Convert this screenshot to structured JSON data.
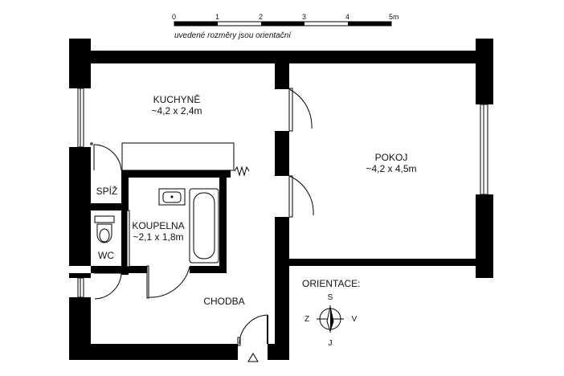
{
  "scale": {
    "ticks": [
      "0",
      "1",
      "2",
      "3",
      "4",
      "5m"
    ],
    "note": "uvedené rozměry jsou orientační"
  },
  "rooms": {
    "kitchen": {
      "name": "KUCHYNĚ",
      "size": "~4,2 x 2,4m"
    },
    "room": {
      "name": "POKOJ",
      "size": "~4,2 x 4,5m"
    },
    "pantry": {
      "name": "SPÍŽ"
    },
    "bathroom": {
      "name": "KOUPELNA",
      "size": "~2,1 x 1,8m"
    },
    "wc": {
      "name": "WC"
    },
    "hall": {
      "name": "CHODBA"
    }
  },
  "orientation": {
    "title": "ORIENTACE:",
    "north": "S",
    "south": "J",
    "west": "Z",
    "east": "V"
  },
  "colors": {
    "wall": "#000000",
    "background": "#ffffff"
  },
  "icons": [
    "entrance-arrow-icon",
    "compass-icon",
    "sink-icon",
    "toilet-icon",
    "radiator-icon"
  ]
}
